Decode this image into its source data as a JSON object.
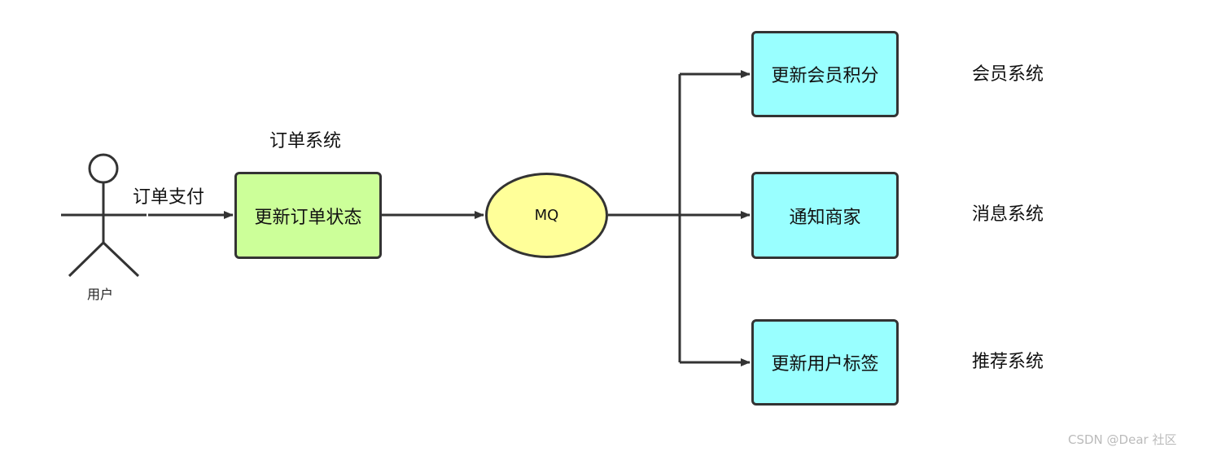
{
  "diagram": {
    "actor": {
      "label": "用户"
    },
    "edge_pay_label": "订单支付",
    "order_system": {
      "title": "订单系统",
      "node_label": "更新订单状态"
    },
    "queue": {
      "label": "MQ"
    },
    "consumers": [
      {
        "node_label": "更新会员积分",
        "system_label": "会员系统"
      },
      {
        "node_label": "通知商家",
        "system_label": "消息系统"
      },
      {
        "node_label": "更新用户标签",
        "system_label": "推荐系统"
      }
    ],
    "colors": {
      "order_node": "#ccff99",
      "queue_node": "#ffff99",
      "consumer_node": "#99ffff",
      "stroke": "#333333"
    }
  },
  "watermark": "CSDN @Dear   社区"
}
